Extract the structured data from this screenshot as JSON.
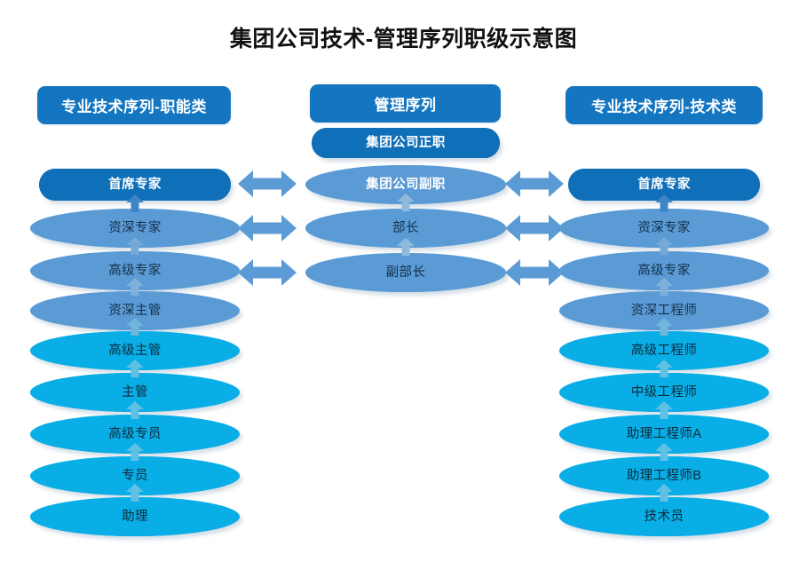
{
  "title": "集团公司技术-管理序列职级示意图",
  "colors": {
    "header_blue": "#1476c0",
    "dark_blue": "#0f6fb8",
    "mid_blue": "#5b9bd5",
    "bright_cyan": "#09AEE6",
    "background": "#ffffff",
    "title_text": "#111111"
  },
  "columns": {
    "left": {
      "header": "专业技术序列-职能类",
      "nodes": [
        {
          "label": "首席专家",
          "shape": "pill",
          "tone": "dark"
        },
        {
          "label": "资深专家",
          "shape": "ellipse",
          "tone": "mid"
        },
        {
          "label": "高级专家",
          "shape": "ellipse",
          "tone": "mid"
        },
        {
          "label": "资深主管",
          "shape": "ellipse",
          "tone": "mid"
        },
        {
          "label": "高级主管",
          "shape": "ellipse",
          "tone": "bright"
        },
        {
          "label": "主管",
          "shape": "ellipse",
          "tone": "bright"
        },
        {
          "label": "高级专员",
          "shape": "ellipse",
          "tone": "bright"
        },
        {
          "label": "专员",
          "shape": "ellipse",
          "tone": "bright"
        },
        {
          "label": "助理",
          "shape": "ellipse",
          "tone": "bright"
        }
      ]
    },
    "center": {
      "header": "管理序列",
      "nodes": [
        {
          "label": "集团公司正职",
          "shape": "pill",
          "tone": "dark"
        },
        {
          "label": "集团公司副职",
          "shape": "ellipse",
          "tone": "mid-light"
        },
        {
          "label": "部长",
          "shape": "ellipse",
          "tone": "mid"
        },
        {
          "label": "副部长",
          "shape": "ellipse",
          "tone": "mid"
        }
      ]
    },
    "right": {
      "header": "专业技术序列-技术类",
      "nodes": [
        {
          "label": "首席专家",
          "shape": "pill",
          "tone": "dark"
        },
        {
          "label": "资深专家",
          "shape": "ellipse",
          "tone": "mid"
        },
        {
          "label": "高级专家",
          "shape": "ellipse",
          "tone": "mid"
        },
        {
          "label": "资深工程师",
          "shape": "ellipse",
          "tone": "mid"
        },
        {
          "label": "高级工程师",
          "shape": "ellipse",
          "tone": "bright"
        },
        {
          "label": "中级工程师",
          "shape": "ellipse",
          "tone": "bright"
        },
        {
          "label": "助理工程师A",
          "shape": "ellipse",
          "tone": "bright"
        },
        {
          "label": "助理工程师B",
          "shape": "ellipse",
          "tone": "bright"
        },
        {
          "label": "技术员",
          "shape": "ellipse",
          "tone": "bright"
        }
      ]
    }
  },
  "connectors": {
    "vertical_arrow": "up-arrow-icon",
    "horizontal_arrow": "double-headed-arrow-icon",
    "equivalence_pairs": [
      {
        "left": "首席专家",
        "center": "集团公司副职",
        "right": "首席专家"
      },
      {
        "left": "资深专家",
        "center": "部长",
        "right": "资深专家"
      },
      {
        "left": "高级专家",
        "center": "副部长",
        "right": "高级专家"
      }
    ]
  }
}
